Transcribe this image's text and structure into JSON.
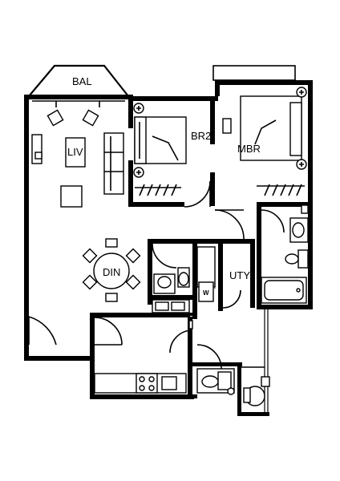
{
  "rooms": {
    "balcony": "BAL",
    "living": "LIV",
    "bedroom2": "BR2",
    "master_bedroom": "MBR",
    "dining": "DIN",
    "utility": "UTY",
    "washer": "W"
  }
}
